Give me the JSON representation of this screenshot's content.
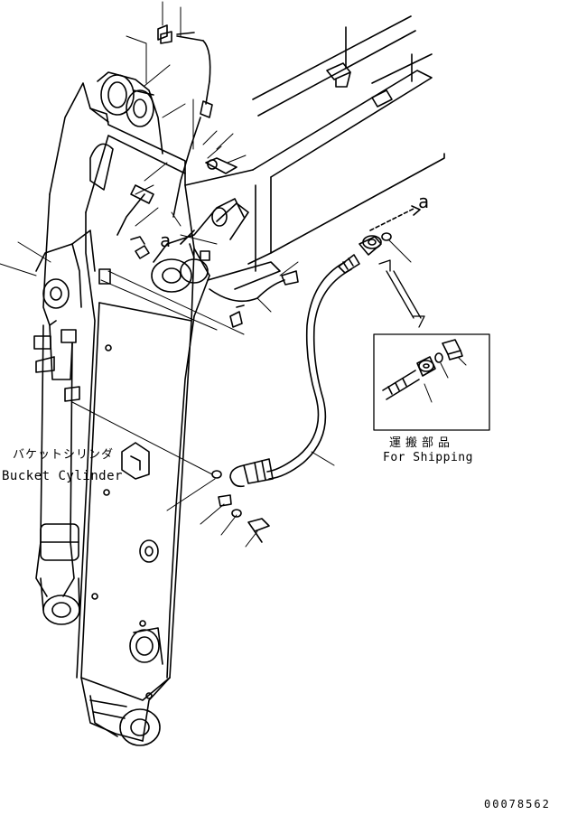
{
  "labels": {
    "view_mark_left": "a",
    "view_mark_right": "a",
    "bucket_cylinder_jp": "バケットシリンダ",
    "bucket_cylinder_en": "Bucket Cylinder",
    "shipping_jp": "運搬部品",
    "shipping_en": "For Shipping",
    "drawing_code": "00078562"
  }
}
